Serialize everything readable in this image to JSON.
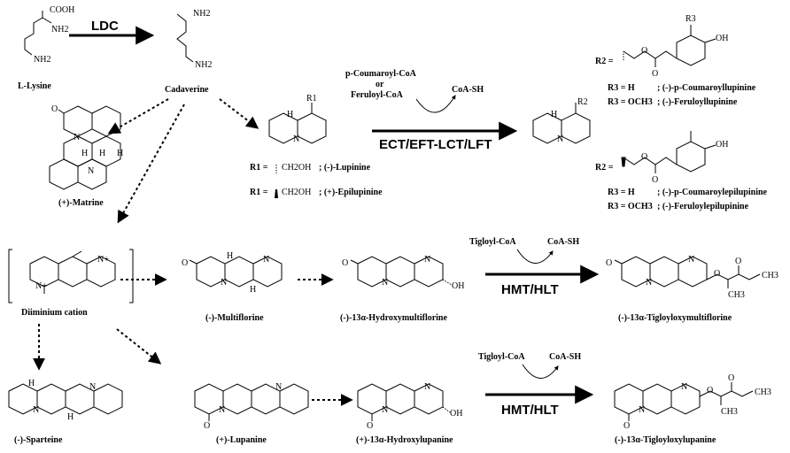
{
  "compounds": {
    "lysine": "L-Lysine",
    "cadaverine": "Cadaverine",
    "matrine": "(+)-Matrine",
    "lupinine_r1": "R1 = ",
    "lupinine_label": "; (-)-Lupinine",
    "epilupinine_label": "; (+)-Epilupinine",
    "diiminium": "Diiminium cation",
    "multiflorine": "(-)-Multiflorine",
    "hydroxymultiflorine": "(-)-13α-Hydroxymultiflorine",
    "tigloyloxymultiflorine": "(-)-13α-Tigloyloxymultiflorine",
    "sparteine": "(-)-Sparteine",
    "lupanine": "(+)-Lupanine",
    "hydroxylupanine": "(+)-13α-Hydroxylupanine",
    "tigloyloxylupanine": "(-)-13α-Tigloyloxylupanine"
  },
  "enzymes": {
    "ldc": "LDC",
    "ect": "ECT/EFT-LCT/LFT",
    "hmt1": "HMT/HLT",
    "hmt2": "HMT/HLT"
  },
  "cofactors": {
    "coumaroyl_in": "p-Coumaroyl-CoA",
    "or": "or",
    "feruloyl_in": "Feruloyl-CoA",
    "coash1": "CoA-SH",
    "tigloyl1": "Tigloyl-CoA",
    "coash2": "CoA-SH",
    "tigloyl2": "Tigloyl-CoA",
    "coash3": "CoA-SH"
  },
  "esters": {
    "r2_top": "R2 =",
    "r3_h_top": "R3 = H",
    "coumaroyllupinine": "; (-)-p-Coumaroyllupinine",
    "r3_ome_top": "R3 = OCH3",
    "feruloyllupinine": "; (-)-Feruloyllupinine",
    "r2_bottom": "R2 =",
    "r3_h_bottom": "R3 = H",
    "coumaroylepilupinine": "; (-)-p-Coumaroylepilupinine",
    "r3_ome_bottom": "R3 = OCH3",
    "feruloylepilupinine": "; (-)-Feruloylepilupinine"
  },
  "atoms": {
    "cooh": "COOH",
    "nh2": "NH2",
    "oh": "OH",
    "ch2oh": "CH2OH",
    "n": "N",
    "o": "O",
    "h": "H",
    "r1": "R1",
    "r2": "R2",
    "r3": "R3",
    "ch3": "CH3",
    "nplus": "N+"
  }
}
